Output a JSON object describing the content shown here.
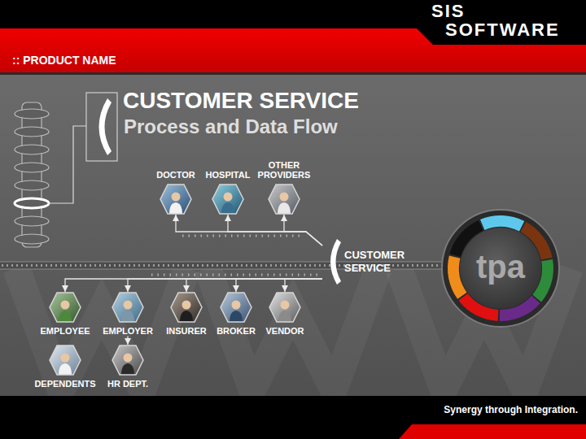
{
  "diagram": {
    "title": "CUSTOMER SERVICE",
    "nodes": [
      {
        "text": [
          "DOCTOR"
        ]
      },
      {
        "text": [
          "HOSPITAL"
        ]
      },
      {
        "text": [
          "OTHER PROVIDERS"
        ]
      },
      {
        "text": [
          "CUSTOMER SERVICE"
        ]
      },
      {
        "text": [
          "EMPLOYEE"
        ]
      },
      {
        "text": [
          "EMPLOYER"
        ]
      },
      {
        "text": [
          "INSURER"
        ]
      },
      {
        "text": [
          "BROKER"
        ]
      },
      {
        "text": [
          "VENDOR"
        ]
      },
      {
        "text": [
          "DEPENDENTS"
        ]
      },
      {
        "text": [
          "HR DEPT."
        ]
      },
      {
        "text": [
          "tpa"
        ]
      }
    ],
    "edges": [
      {
        "from": 3,
        "to": 0,
        "arrow": "to"
      },
      {
        "from": 3,
        "to": 1,
        "arrow": "to"
      },
      {
        "from": 3,
        "to": 2,
        "arrow": "to"
      },
      {
        "from": 3,
        "to": 4,
        "arrow": "to"
      },
      {
        "from": 3,
        "to": 5,
        "arrow": "to"
      },
      {
        "from": 3,
        "to": 6,
        "arrow": "to"
      },
      {
        "from": 3,
        "to": 7,
        "arrow": "to"
      },
      {
        "from": 3,
        "to": 8,
        "arrow": "to"
      },
      {
        "from": 5,
        "to": 10,
        "arrow": "to"
      }
    ],
    "labels": [
      "SIS",
      "SOFTWARE",
      ":: PRODUCT NAME",
      "Process and Data Flow",
      "Synergy through Integration."
    ]
  }
}
